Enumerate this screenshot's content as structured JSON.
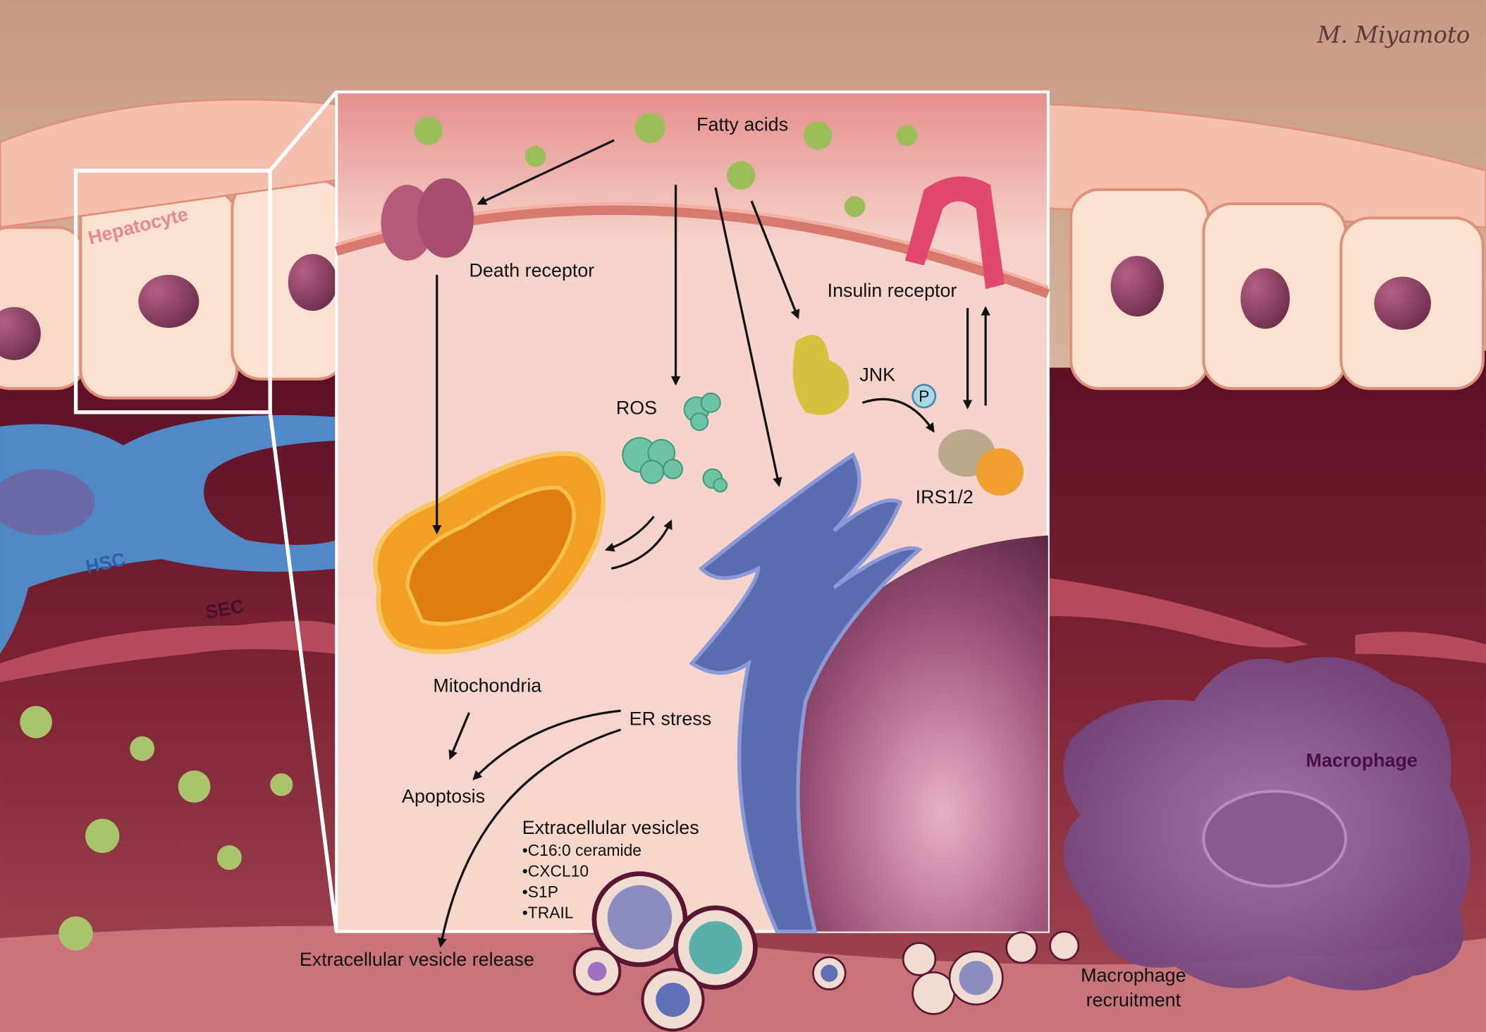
{
  "signature": "M. Miyamoto",
  "cell_labels": {
    "hepatocyte": "Hepatocyte",
    "hsc": "HSC",
    "sec": "SEC",
    "macrophage": "Macrophage",
    "macrophage_recruitment_1": "Macrophage",
    "macrophage_recruitment_2": "recruitment"
  },
  "inset_labels": {
    "fatty_acids": "Fatty acids",
    "death_receptor": "Death receptor",
    "insulin_receptor": "Insulin receptor",
    "jnk": "JNK",
    "phospho": "P",
    "irs": "IRS1/2",
    "ros": "ROS",
    "mitochondria": "Mitochondria",
    "er_stress": "ER stress",
    "apoptosis": "Apoptosis",
    "ev_title": "Extracellular vesicles",
    "ev_items": [
      "•C16:0 ceramide",
      "•CXCL10",
      "•S1P",
      "•TRAIL"
    ],
    "ev_release": "Extracellular vesicle release"
  },
  "colors": {
    "inset_bg": "#f6d3cb",
    "membrane": "#d97a6e",
    "mito": "#f2a024",
    "er": "#5a6bb0",
    "nucleus": "#8e4a6a",
    "hsc": "#4f8fd0",
    "vessel": "#6e1a2e",
    "fatty_acid": "#9bbd5a",
    "ros": "#6cc4a4"
  }
}
